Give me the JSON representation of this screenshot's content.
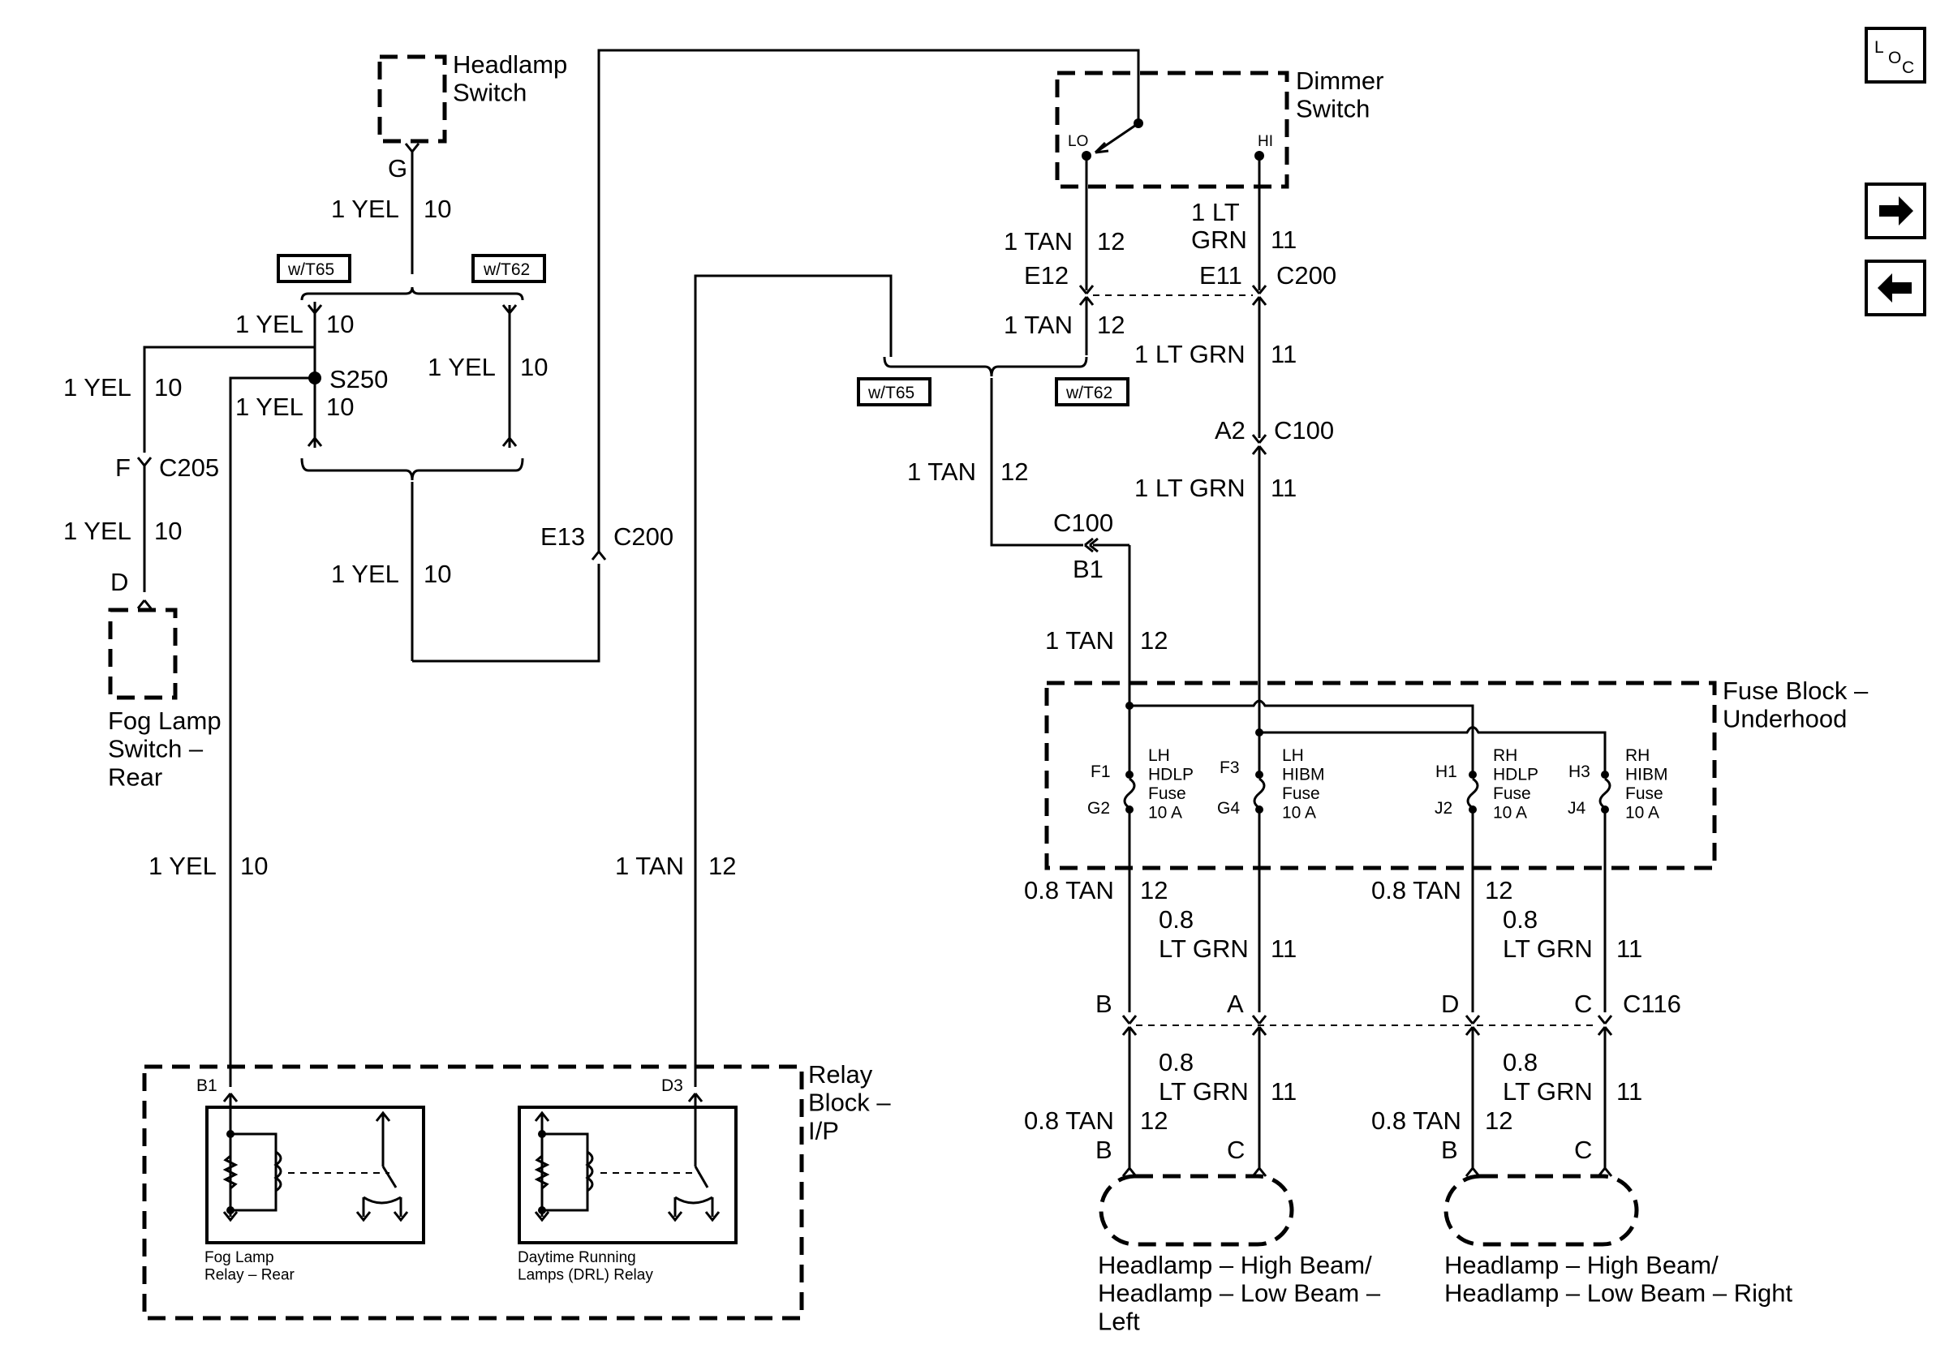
{
  "components": {
    "headlamp_switch": "Headlamp\nSwitch",
    "dimmer_switch": "Dimmer\nSwitch",
    "fog_lamp_switch": "Fog Lamp\nSwitch –\nRear",
    "fuse_block": "Fuse Block –\nUnderhood",
    "relay_block": "Relay\nBlock –\nI/P",
    "fog_relay": "Fog Lamp\nRelay – Rear",
    "drl_relay": "Daytime Running\nLamps (DRL) Relay",
    "headlamp_left": "Headlamp – High Beam/\nHeadlamp – Low Beam –\nLeft",
    "headlamp_right": "Headlamp – High Beam/\nHeadlamp – Low Beam – Right"
  },
  "options": {
    "t65": "w/T65",
    "t62": "w/T62"
  },
  "dimmer_terminals": {
    "lo": "LO",
    "hi": "HI"
  },
  "wires": {
    "yel": "1 YEL",
    "yel_ckt": "10",
    "tan": "1 TAN",
    "tan_ckt": "12",
    "ltgrn": "1 LT GRN",
    "ltgrn_ckt": "11",
    "lt": "1 LT",
    "grn": "GRN",
    "tan08": "0.8 TAN",
    "gauge08": "0.8",
    "ltgrn08": "LT GRN"
  },
  "connectors": {
    "g": "G",
    "f": "F",
    "c205": "C205",
    "d": "D",
    "s250": "S250",
    "e13": "E13",
    "c200": "C200",
    "e12": "E12",
    "e11": "E11",
    "a2": "A2",
    "c100": "C100",
    "b1": "B1",
    "c116": "C116",
    "a": "A",
    "b": "B",
    "c": "C",
    "dd": "D",
    "relay_b1": "B1",
    "relay_d3": "D3"
  },
  "fuses": [
    {
      "in": "F1",
      "out": "G2",
      "name": "LH\nHDLP\nFuse\n10 A"
    },
    {
      "in": "F3",
      "out": "G4",
      "name": "LH\nHIBM\nFuse\n10 A"
    },
    {
      "in": "H1",
      "out": "J2",
      "name": "RH\nHDLP\nFuse\n10 A"
    },
    {
      "in": "H3",
      "out": "J4",
      "name": "RH\nHIBM\nFuse\n10 A"
    }
  ],
  "nav": {
    "loc_l": "L",
    "loc_o": "O",
    "loc_c": "C",
    "next": "➜",
    "prev": "⬅"
  }
}
